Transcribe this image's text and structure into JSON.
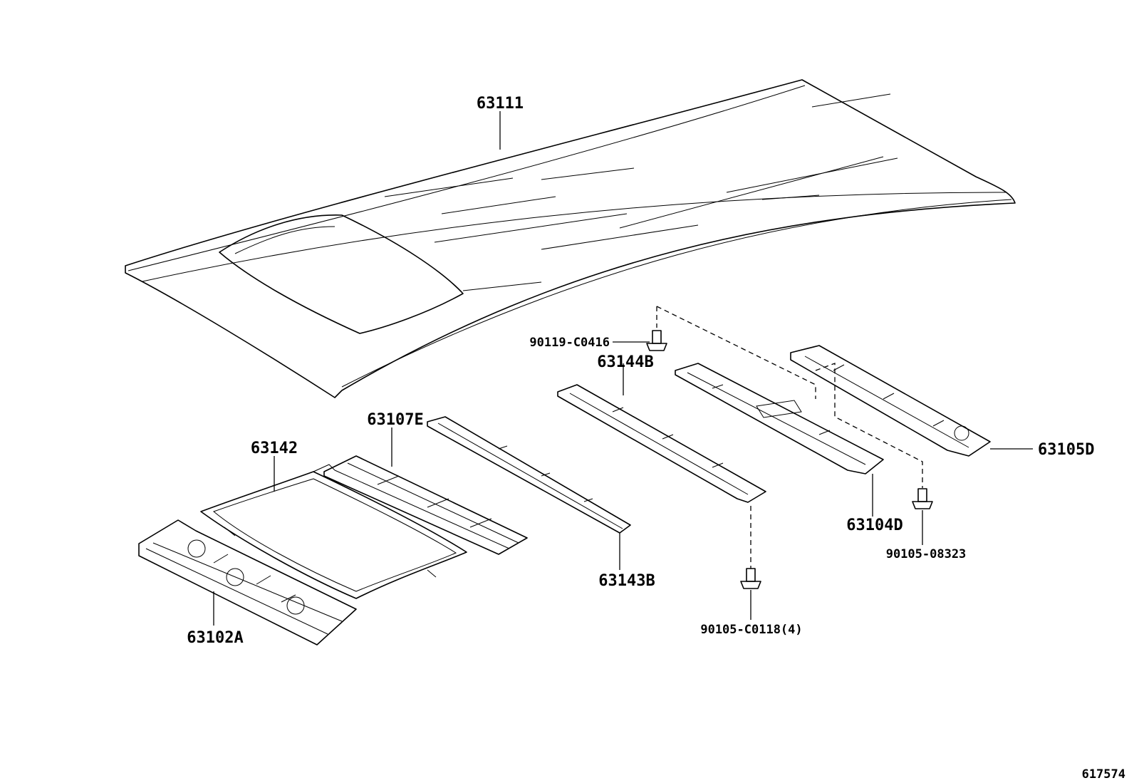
{
  "diagram": {
    "sheet_number": "617574",
    "callouts": [
      {
        "id": "roof-panel",
        "text": "63111"
      },
      {
        "id": "sunroof-reinforcement",
        "text": "63142"
      },
      {
        "id": "rear-header-panel",
        "text": "63107E"
      },
      {
        "id": "roof-bow-front",
        "text": "63143B"
      },
      {
        "id": "roof-bow-center",
        "text": "63144B"
      },
      {
        "id": "roof-bow-rear",
        "text": "63104D"
      },
      {
        "id": "rear-header-rail",
        "text": "63105D"
      },
      {
        "id": "front-header-panel",
        "text": "63102A"
      },
      {
        "id": "bolt-top",
        "text": "90119-C0416"
      },
      {
        "id": "bolt-right",
        "text": "90105-08323"
      },
      {
        "id": "bolt-bottom",
        "text": "90105-C0118(4)"
      }
    ]
  }
}
